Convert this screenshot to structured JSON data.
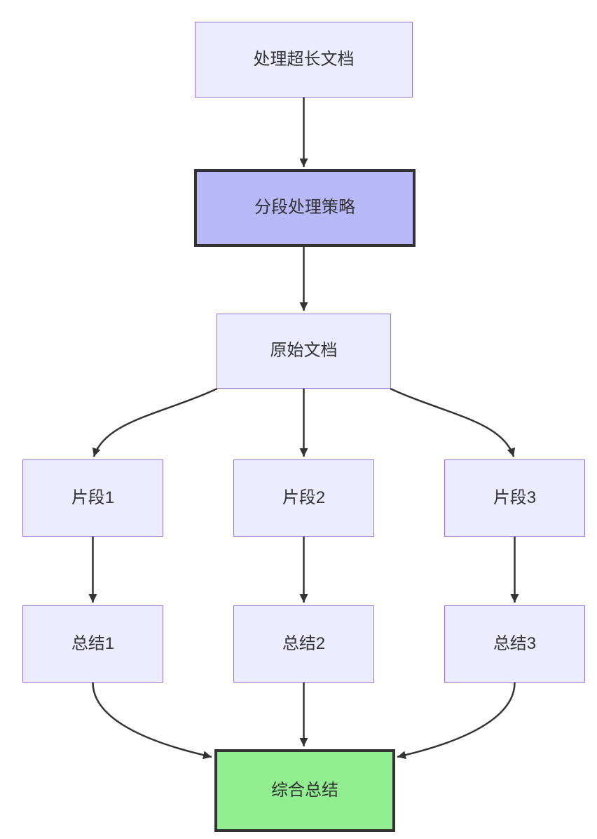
{
  "diagram": {
    "type": "flowchart",
    "direction": "top-down",
    "nodes": [
      {
        "id": "A",
        "label": "处理超长文档",
        "style": "default"
      },
      {
        "id": "B",
        "label": "分段处理策略",
        "style": "emphasis"
      },
      {
        "id": "C",
        "label": "原始文档",
        "style": "default"
      },
      {
        "id": "D1",
        "label": "片段1",
        "style": "default"
      },
      {
        "id": "D2",
        "label": "片段2",
        "style": "default"
      },
      {
        "id": "D3",
        "label": "片段3",
        "style": "default"
      },
      {
        "id": "S1",
        "label": "总结1",
        "style": "default"
      },
      {
        "id": "S2",
        "label": "总结2",
        "style": "default"
      },
      {
        "id": "S3",
        "label": "总结3",
        "style": "default"
      },
      {
        "id": "F",
        "label": "综合总结",
        "style": "final"
      }
    ],
    "edges": [
      {
        "from": "A",
        "to": "B"
      },
      {
        "from": "B",
        "to": "C"
      },
      {
        "from": "C",
        "to": "D1"
      },
      {
        "from": "C",
        "to": "D2"
      },
      {
        "from": "C",
        "to": "D3"
      },
      {
        "from": "D1",
        "to": "S1"
      },
      {
        "from": "D2",
        "to": "S2"
      },
      {
        "from": "D3",
        "to": "S3"
      },
      {
        "from": "S1",
        "to": "F"
      },
      {
        "from": "S2",
        "to": "F"
      },
      {
        "from": "S3",
        "to": "F"
      }
    ],
    "colors": {
      "background": "#ffffff",
      "node_fill": "#ECECFF",
      "node_border": "#9370DB",
      "emphasis_fill": "#B8B8F8",
      "emphasis_border": "#333333",
      "final_fill": "#90EE90",
      "final_border": "#333333",
      "edge_color": "#333333",
      "text_color": "#333333"
    }
  }
}
